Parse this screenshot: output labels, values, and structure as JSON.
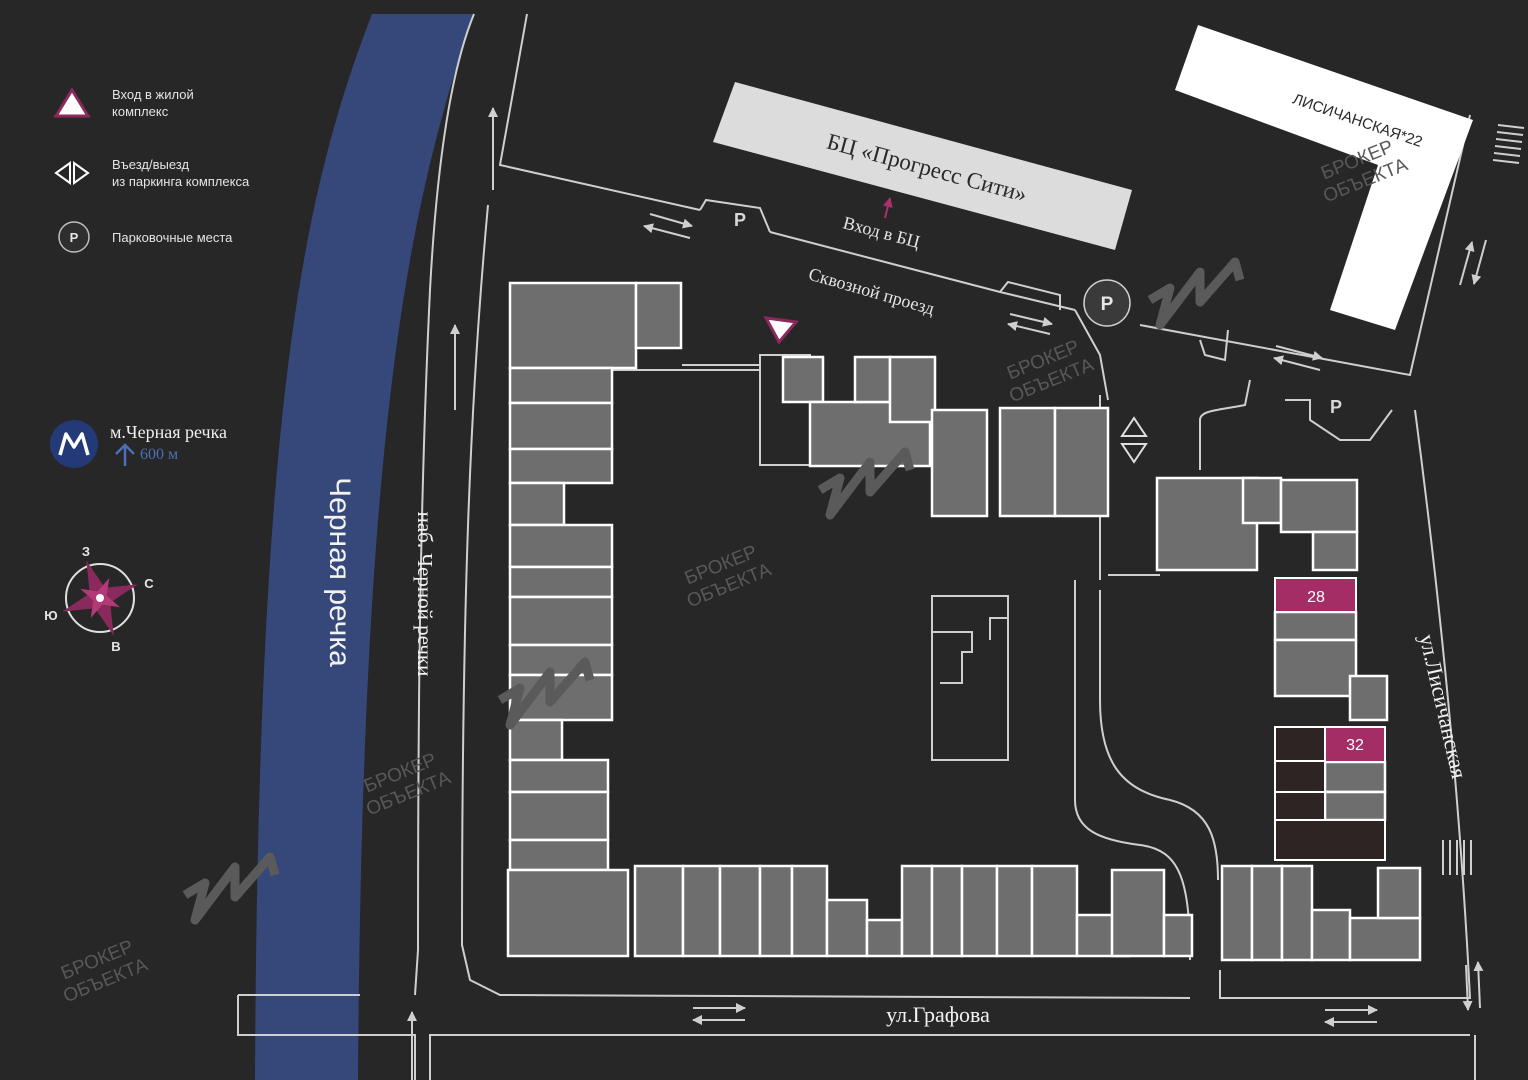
{
  "legend": {
    "entrance": "Вход в жилой\nкомплекс",
    "parking_exit": "Въезд/выезд\nиз паркинга комплекса",
    "parking": "Парковочные места",
    "parking_symbol": "P"
  },
  "metro": {
    "station": "м.Черная речка",
    "distance": "600 м",
    "distance_direction": "up"
  },
  "compass": {
    "n": "С",
    "s": "Ю",
    "e": "В",
    "w": "З"
  },
  "labels": {
    "river": "Черная речка",
    "embankment": "наб. Черной речки",
    "street_bottom": "ул.Графова",
    "street_right": "ул.Лисичанская",
    "passage": "Сквозной проезд",
    "bc_name": "БЦ «Прогресс Сити»",
    "bc_entrance": "Вход в БЦ",
    "neighbor_building": "ЛИСИЧАНСКАЯ*22"
  },
  "units": [
    {
      "number": "28"
    },
    {
      "number": "32"
    }
  ],
  "watermark": {
    "line1": "БРОКЕР",
    "line2": "ОБЪЕКТА"
  },
  "colors": {
    "background": "#272727",
    "building": "#6e6e6e",
    "building_outline": "#ffffff",
    "river": "#36487a",
    "accent": "#8a2a5c",
    "metro": "#243a78"
  }
}
